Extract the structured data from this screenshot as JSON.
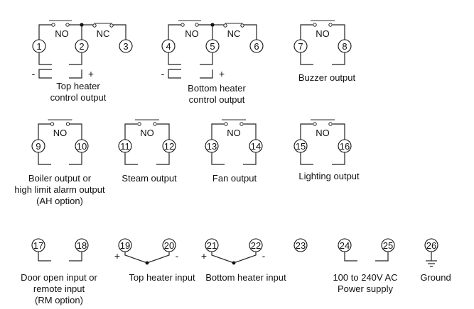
{
  "title": "Terminal wiring diagram",
  "switch_labels": {
    "no": "NO",
    "nc": "NC"
  },
  "signs": {
    "plus": "+",
    "minus": "-"
  },
  "groups": [
    {
      "id": "top-heater-control",
      "type": "changeover",
      "terminals": [
        "1",
        "2",
        "3"
      ],
      "polarity": true,
      "caption": [
        "Top heater",
        "control output"
      ]
    },
    {
      "id": "bottom-heater-control",
      "type": "changeover",
      "terminals": [
        "4",
        "5",
        "6"
      ],
      "polarity": true,
      "caption": [
        "Bottom heater",
        "control output"
      ]
    },
    {
      "id": "buzzer",
      "type": "no-contact",
      "terminals": [
        "7",
        "8"
      ],
      "caption": [
        "Buzzer output"
      ]
    },
    {
      "id": "boiler",
      "type": "no-contact",
      "terminals": [
        "9",
        "10"
      ],
      "caption": [
        "Boiler output or",
        "high limit alarm output",
        "(AH option)"
      ]
    },
    {
      "id": "steam",
      "type": "no-contact",
      "terminals": [
        "11",
        "12"
      ],
      "caption": [
        "Steam output"
      ]
    },
    {
      "id": "fan",
      "type": "no-contact",
      "terminals": [
        "13",
        "14"
      ],
      "caption": [
        "Fan output"
      ]
    },
    {
      "id": "lighting",
      "type": "no-contact",
      "terminals": [
        "15",
        "16"
      ],
      "caption": [
        "Lighting output"
      ]
    },
    {
      "id": "door-open",
      "type": "input",
      "terminals": [
        "17",
        "18"
      ],
      "caption": [
        "Door open input or",
        "remote input",
        "(RM option)"
      ]
    },
    {
      "id": "top-heater-input",
      "type": "thermocouple",
      "terminals": [
        "19",
        "20"
      ],
      "caption": [
        "Top heater input"
      ]
    },
    {
      "id": "bottom-heater-input",
      "type": "thermocouple",
      "terminals": [
        "21",
        "22"
      ],
      "caption": [
        "Bottom heater input"
      ]
    },
    {
      "id": "unused",
      "type": "single",
      "terminals": [
        "23"
      ],
      "caption": []
    },
    {
      "id": "power-supply",
      "type": "input",
      "terminals": [
        "24",
        "25"
      ],
      "caption": [
        "100 to 240V AC",
        "Power supply"
      ]
    },
    {
      "id": "ground",
      "type": "ground",
      "terminals": [
        "26"
      ],
      "caption": [
        "Ground"
      ]
    }
  ]
}
